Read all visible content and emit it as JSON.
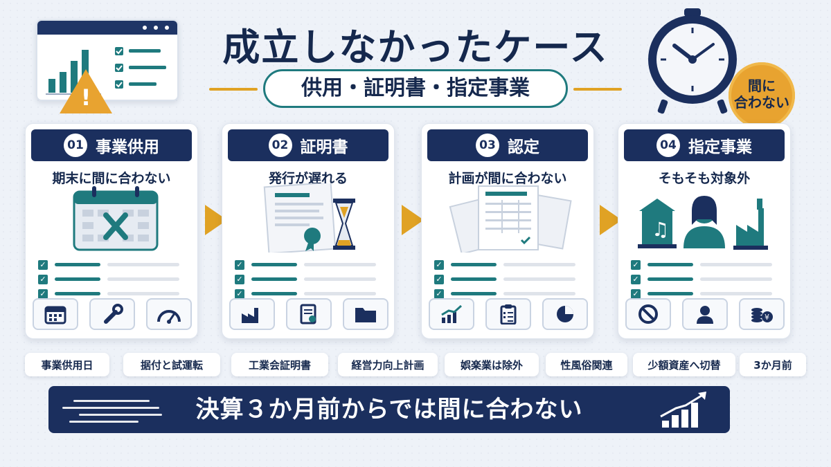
{
  "title": "成立しなかったケース",
  "subtitle": "供用・証明書・指定事業",
  "clock_badge": {
    "line1": "間に",
    "line2": "合わない"
  },
  "warning_mark": "!",
  "cards": [
    {
      "num": "01",
      "title": "事業供用",
      "sub": "期末に間に合わない",
      "icons": [
        "calendar-icon",
        "wrench-icon",
        "gauge-icon"
      ]
    },
    {
      "num": "02",
      "title": "証明書",
      "sub": "発行が遅れる",
      "icons": [
        "factory-icon",
        "certificate-icon",
        "folder-icon"
      ]
    },
    {
      "num": "03",
      "title": "認定",
      "sub": "計画が間に合わない",
      "icons": [
        "growth-chart-icon",
        "clipboard-icon",
        "pie-chart-icon"
      ]
    },
    {
      "num": "04",
      "title": "指定事業",
      "sub": "そもそも対象外",
      "icons": [
        "prohibited-icon",
        "person-icon",
        "yen-coins-icon"
      ]
    }
  ],
  "check_mark": "✓",
  "tags": [
    "事業供用日",
    "据付と試運転",
    "工業会証明書",
    "経営力向上計画",
    "娯楽業は除外",
    "性風俗関連",
    "少額資産へ切替",
    "3か月前"
  ],
  "banner": "決算３か月前からでは間に合わない",
  "colors": {
    "navy": "#1b2f5e",
    "teal": "#1f7a7e",
    "gold": "#e0a224",
    "background": "#eef2f8"
  }
}
